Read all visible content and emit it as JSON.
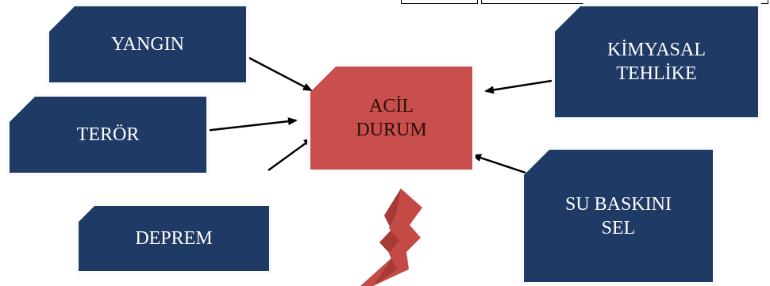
{
  "center": {
    "label": "ACİL\nDURUM",
    "color": "#c94f4c"
  },
  "hazards": {
    "yangin": "YANGIN",
    "teror": "TERÖR",
    "deprem": "DEPREM",
    "kimyasal": "KİMYASAL\nTEHLİKE",
    "su_baskini": "SU BASKINI\nSEL"
  },
  "colors": {
    "box_fill": "#1f3a64",
    "center_fill": "#c94f4c",
    "lightning": "#c44a46"
  },
  "icons": {
    "lightning": "lightning-bolt-icon"
  }
}
